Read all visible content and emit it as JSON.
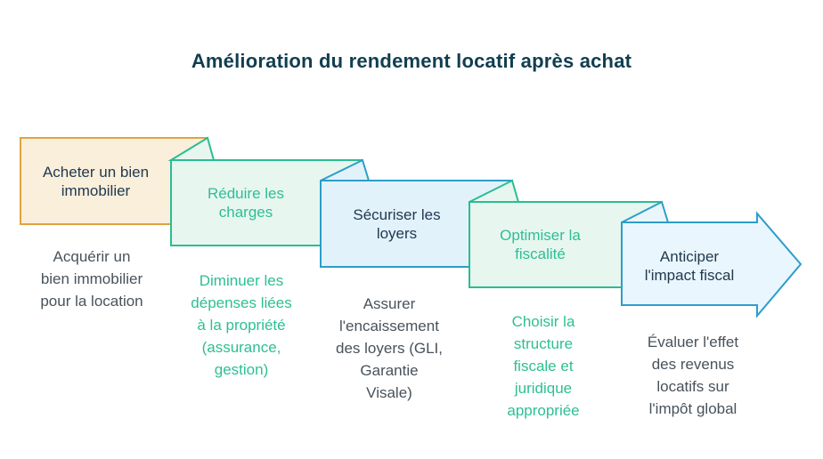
{
  "title": "Amélioration du rendement locatif après achat",
  "colors": {
    "background": "#FFFFFF",
    "title_text": "#113E51",
    "label_dark": "#203A4F",
    "desc_dark": "#48525B",
    "green_text": "#2DBF93",
    "green_border": "#2ABD92",
    "green_fill": "#E8F6F0",
    "blue_border": "#2C9EC9",
    "blue_fill": "#E2F2FB",
    "arrow_fill": "#EAF6FD",
    "orange_border": "#DFA440",
    "orange_fill": "#FAEFDB"
  },
  "steps": [
    {
      "index": 1,
      "label": "Acheter un bien\nimmobilier",
      "description": "Acquérir un\nbien immobilier\npour la location",
      "shape": "rectangle",
      "palette": "orange"
    },
    {
      "index": 2,
      "label": "Réduire les\ncharges",
      "description": "Diminuer les\ndépenses liées\nà la propriété\n(assurance,\ngestion)",
      "shape": "folded-rectangle",
      "palette": "green"
    },
    {
      "index": 3,
      "label": "Sécuriser les\nloyers",
      "description": "Assurer\nl'encaissement\ndes loyers (GLI,\nGarantie\nVisale)",
      "shape": "folded-rectangle",
      "palette": "blue"
    },
    {
      "index": 4,
      "label": "Optimiser la\nfiscalité",
      "description": "Choisir la\nstructure\nfiscale et\njuridique\nappropriée",
      "shape": "folded-rectangle",
      "palette": "green"
    },
    {
      "index": 5,
      "label": "Anticiper\nl'impact fiscal",
      "description": "Évaluer l'effet\ndes revenus\nlocatifs sur\nl'impôt global",
      "shape": "arrow",
      "palette": "blue"
    }
  ]
}
